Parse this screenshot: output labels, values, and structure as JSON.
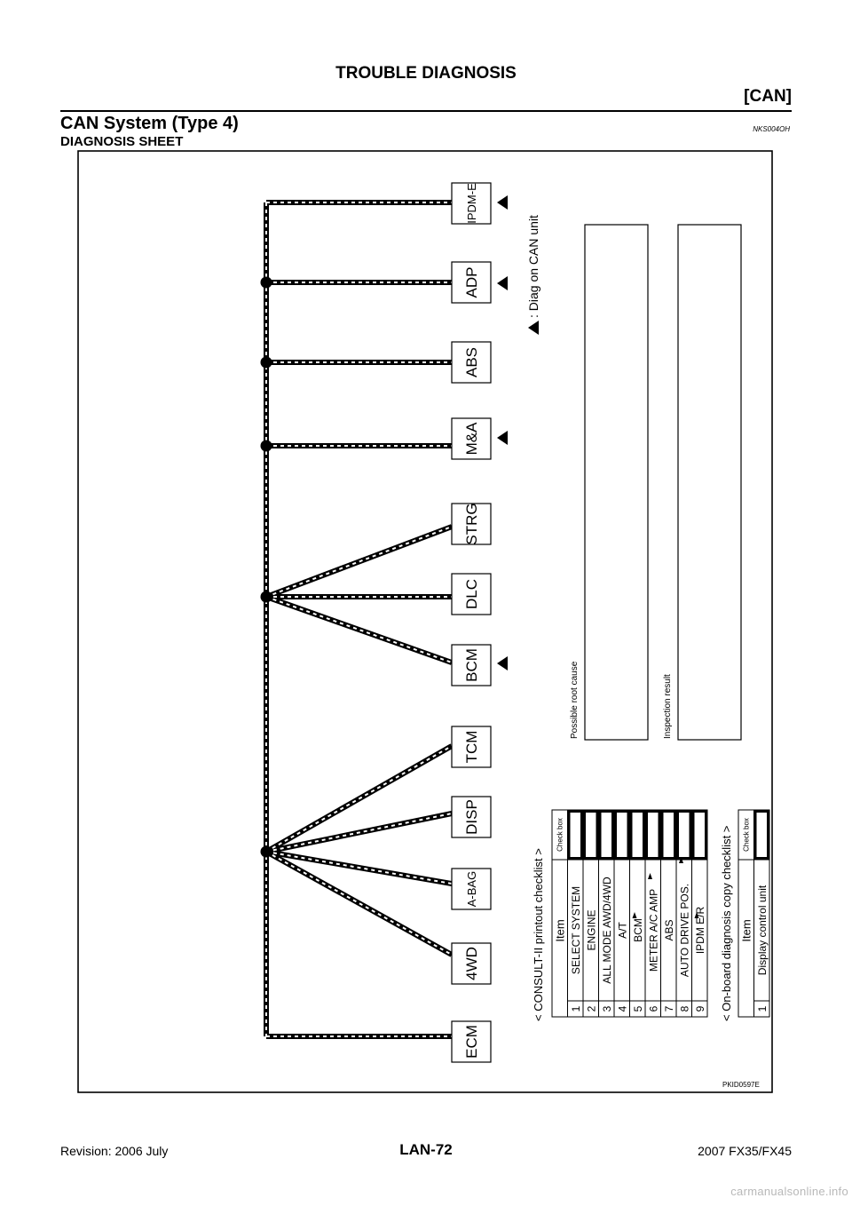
{
  "header": {
    "title": "TROUBLE DIAGNOSIS",
    "section_tag": "[CAN]"
  },
  "section": {
    "title": "CAN System (Type 4)",
    "code": "NKS004OH",
    "subtitle": "DIAGNOSIS SHEET"
  },
  "diagram": {
    "figure_code": "PKID0597E",
    "units": [
      "ECM",
      "4WD",
      "A-BAG",
      "DISP",
      "TCM",
      "BCM",
      "DLC",
      "STRG",
      "M&A",
      "ABS",
      "ADP",
      "IPDM-E"
    ],
    "legend_text": ": Diag on CAN unit",
    "possible_root_cause_label": "Possible root cause",
    "inspection_result_label": "Inspection result",
    "consult_checklist": {
      "title": "< CONSULT-II printout checklist >",
      "item_header": "Item",
      "check_header": "Check box",
      "rows": [
        {
          "no": "1",
          "item": "SELECT SYSTEM"
        },
        {
          "no": "2",
          "item": "ENGINE"
        },
        {
          "no": "3",
          "item": "ALL MODE AWD/4WD"
        },
        {
          "no": "4",
          "item": "A/T"
        },
        {
          "no": "5",
          "item": "BCM"
        },
        {
          "no": "6",
          "item": "METER A/C AMP"
        },
        {
          "no": "7",
          "item": "ABS"
        },
        {
          "no": "8",
          "item": "AUTO DRIVE POS."
        },
        {
          "no": "9",
          "item": "IPDM E/R"
        }
      ]
    },
    "onboard_checklist": {
      "title": "< On-board diagnosis copy checklist >",
      "item_header": "Item",
      "check_header": "Check box",
      "rows": [
        {
          "no": "1",
          "item": "Display control unit"
        }
      ]
    }
  },
  "footer": {
    "revision": "Revision: 2006 July",
    "page": "LAN-72",
    "model": "2007 FX35/FX45"
  },
  "watermark": "carmanualsonline.info"
}
